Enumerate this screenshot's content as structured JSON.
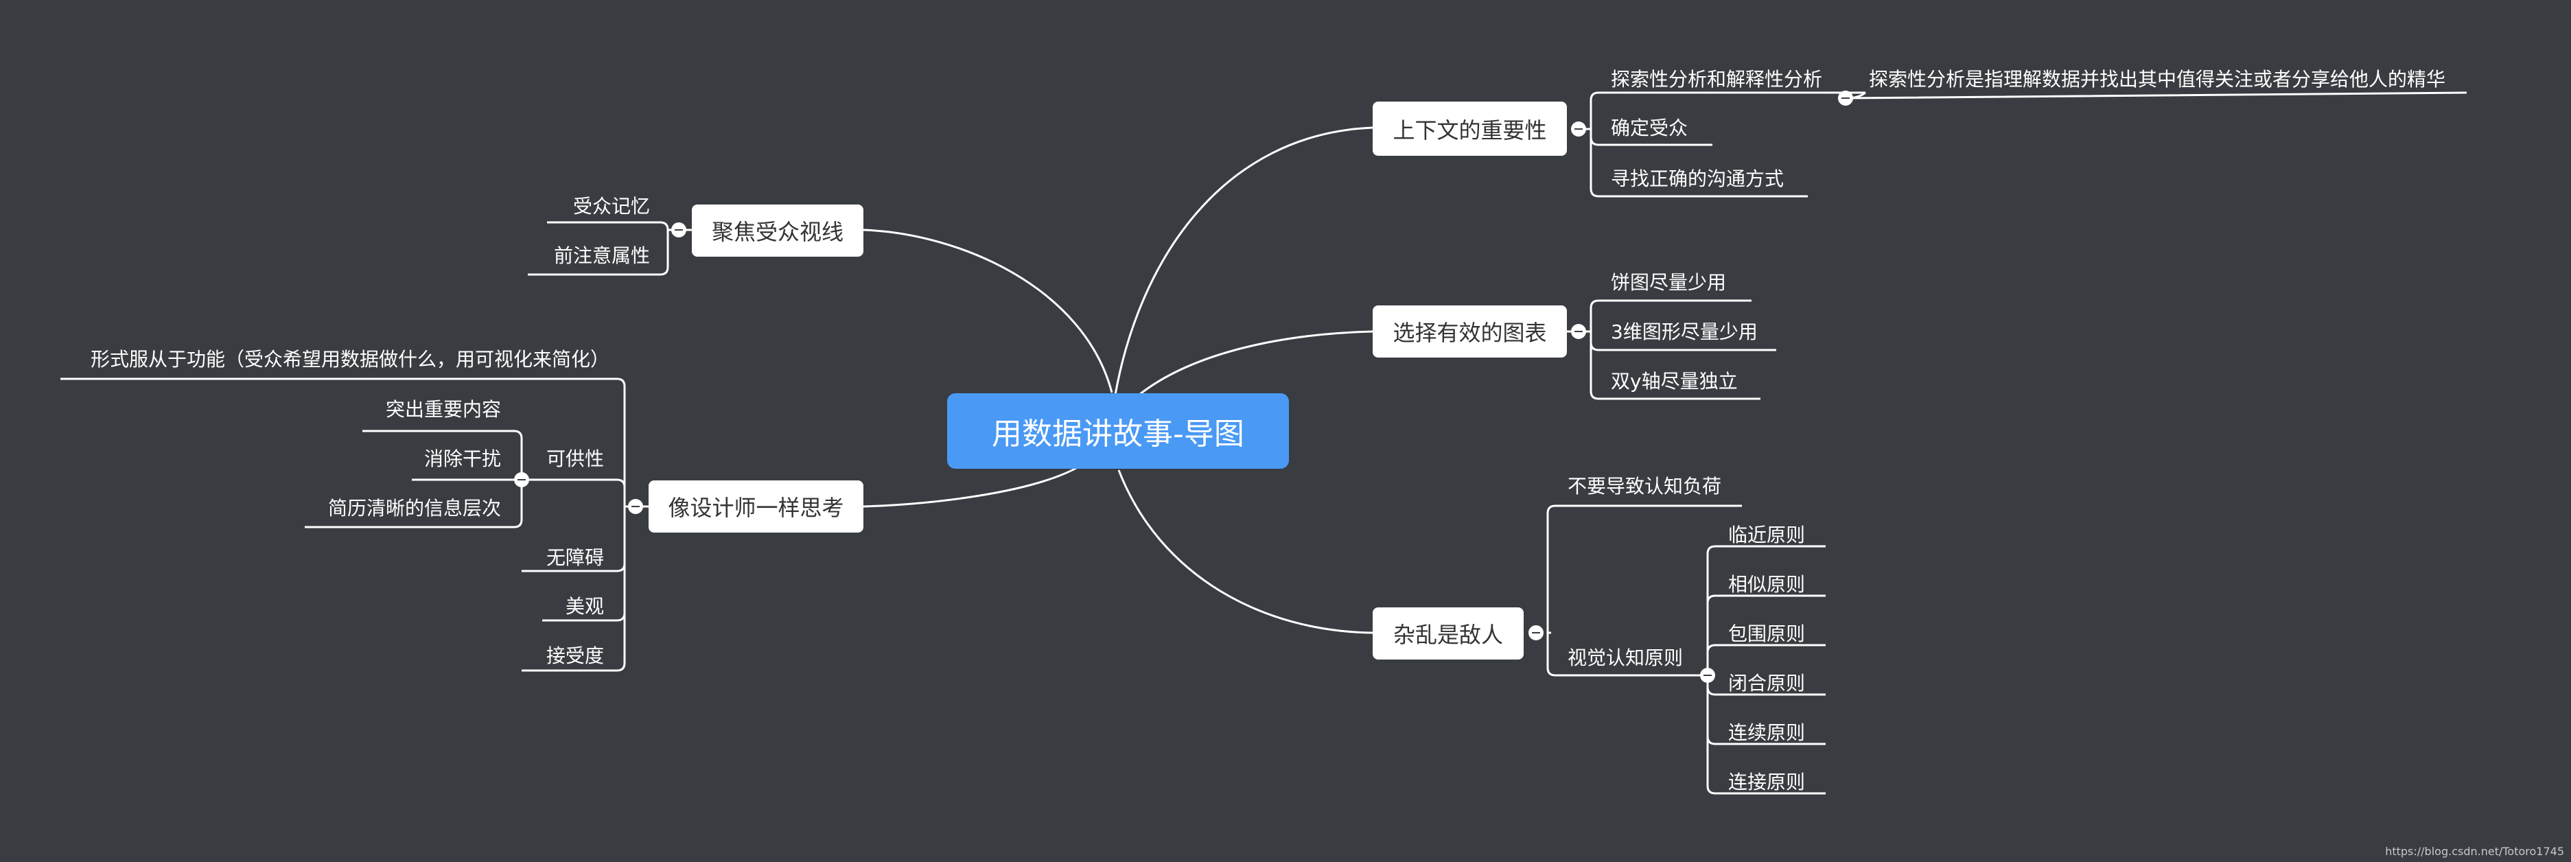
{
  "root": {
    "label": "用数据讲故事-导图"
  },
  "topics": {
    "context": {
      "label": "上下文的重要性",
      "children": {
        "exploratory": "探索性分析和解释性分析",
        "exploratory_detail": "探索性分析是指理解数据并找出其中值得关注或者分享给他人的精华",
        "audience": "确定受众",
        "communication": "寻找正确的沟通方式"
      }
    },
    "chart": {
      "label": "选择有效的图表",
      "children": [
        "饼图尽量少用",
        "3维图形尽量少用",
        "双y轴尽量独立"
      ]
    },
    "clutter": {
      "label": "杂乱是敌人",
      "children": {
        "cognitive_load": "不要导致认知负荷",
        "visual": "视觉认知原则",
        "principles": [
          "临近原则",
          "相似原则",
          "包围原则",
          "闭合原则",
          "连续原则",
          "连接原则"
        ]
      }
    },
    "focus": {
      "label": "聚焦受众视线",
      "children": [
        "受众记忆",
        "前注意属性"
      ]
    },
    "designer": {
      "label": "像设计师一样思考",
      "children": {
        "form": "形式服从于功能（受众希望用数据做什么，用可视化来简化）",
        "affordance": "可供性",
        "affordance_children": [
          "突出重要内容",
          "消除干扰",
          "简历清晰的信息层次"
        ],
        "accessibility": "无障碍",
        "aesthetics": "美观",
        "acceptance": "接受度"
      }
    }
  },
  "watermark": "https://blog.csdn.net/Totoro1745",
  "colors": {
    "background": "#393c41",
    "root": "#4a99f5",
    "topic": "#ffffff",
    "line": "#ffffff"
  }
}
